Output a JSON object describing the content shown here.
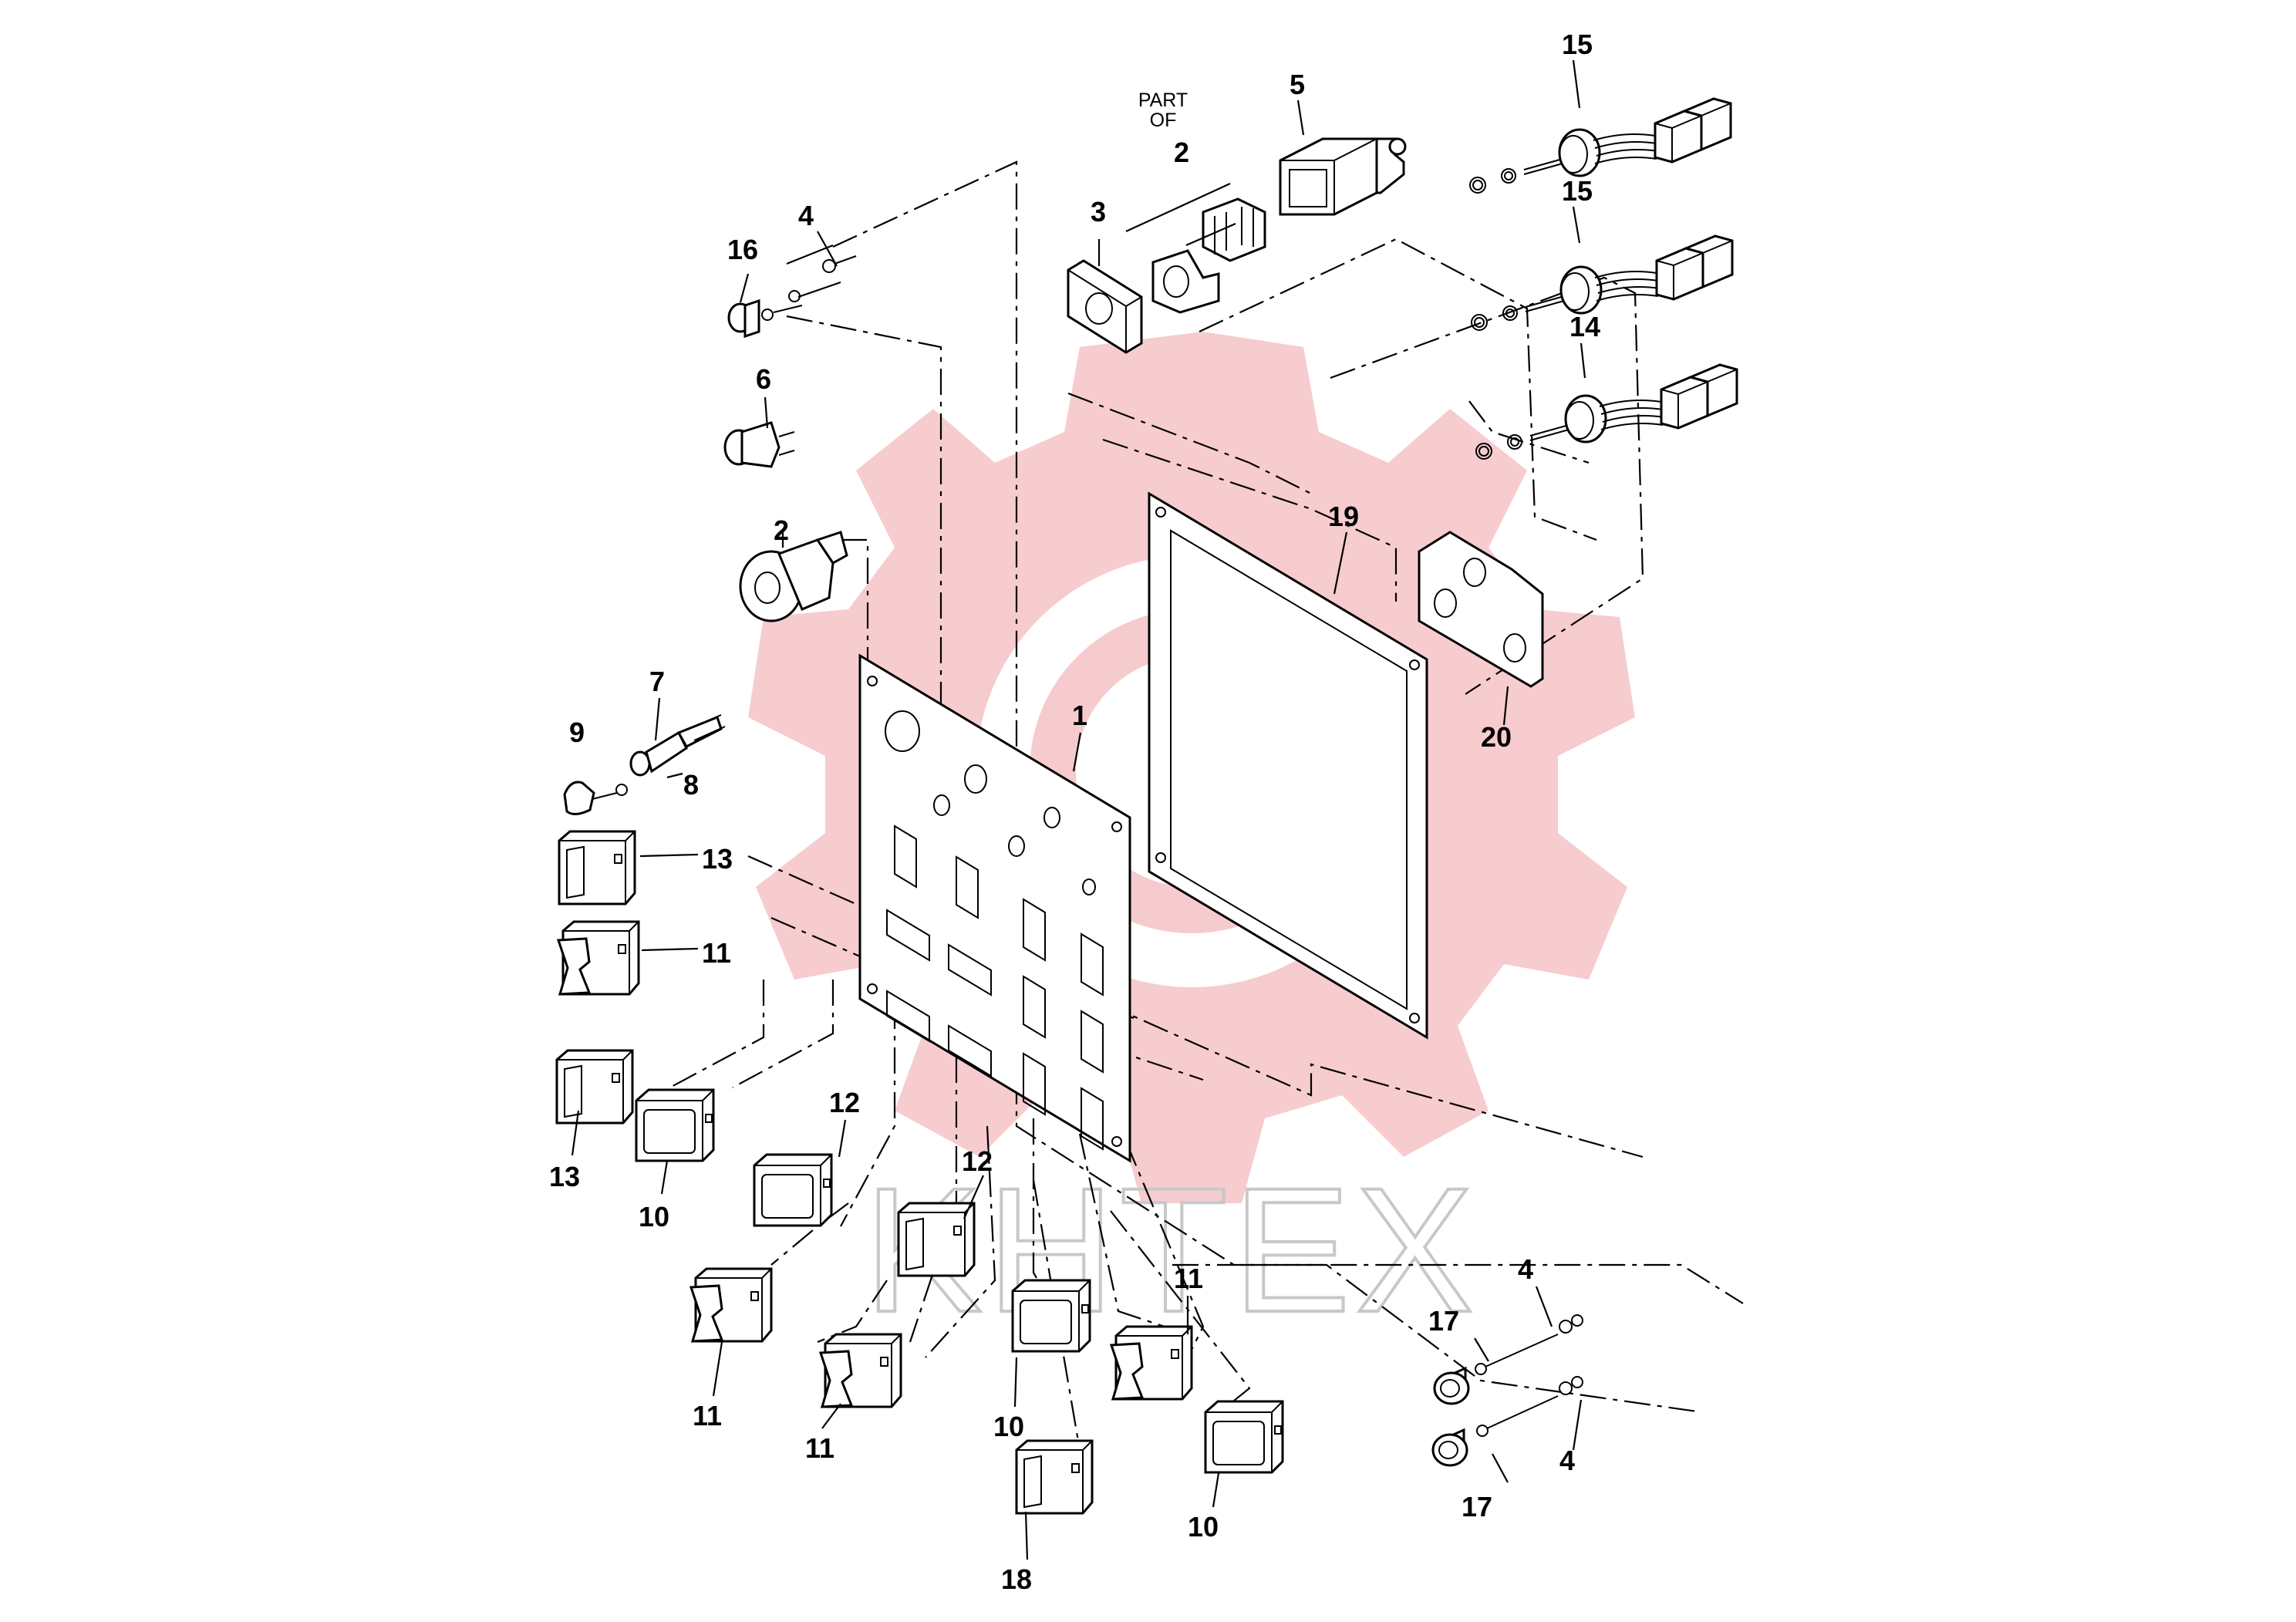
{
  "note": {
    "line1": "PART",
    "line2": "OF"
  },
  "watermark": {
    "text": "KHTEX",
    "gear_color": "#f6c9cc",
    "text_color": "#c8c8c8"
  },
  "callouts": [
    {
      "id": "c15a",
      "label": "15"
    },
    {
      "id": "c5",
      "label": "5"
    },
    {
      "id": "c2a",
      "label": "2"
    },
    {
      "id": "c3",
      "label": "3"
    },
    {
      "id": "c4a",
      "label": "4"
    },
    {
      "id": "c16",
      "label": "16"
    },
    {
      "id": "c15b",
      "label": "15"
    },
    {
      "id": "c14",
      "label": "14"
    },
    {
      "id": "c6",
      "label": "6"
    },
    {
      "id": "c2b",
      "label": "2"
    },
    {
      "id": "c19",
      "label": "19"
    },
    {
      "id": "c20",
      "label": "20"
    },
    {
      "id": "c7",
      "label": "7"
    },
    {
      "id": "c9",
      "label": "9"
    },
    {
      "id": "c8",
      "label": "8"
    },
    {
      "id": "c1",
      "label": "1"
    },
    {
      "id": "c13a",
      "label": "13"
    },
    {
      "id": "c11a",
      "label": "11"
    },
    {
      "id": "c13b",
      "label": "13"
    },
    {
      "id": "c10a",
      "label": "10"
    },
    {
      "id": "c12a",
      "label": "12"
    },
    {
      "id": "c12b",
      "label": "12"
    },
    {
      "id": "c11b",
      "label": "11"
    },
    {
      "id": "c11c",
      "label": "11"
    },
    {
      "id": "c10b",
      "label": "10"
    },
    {
      "id": "c11d",
      "label": "11"
    },
    {
      "id": "c18",
      "label": "18"
    },
    {
      "id": "c10c",
      "label": "10"
    },
    {
      "id": "c4b",
      "label": "4"
    },
    {
      "id": "c17a",
      "label": "17"
    },
    {
      "id": "c4c",
      "label": "4"
    },
    {
      "id": "c17b",
      "label": "17"
    }
  ]
}
